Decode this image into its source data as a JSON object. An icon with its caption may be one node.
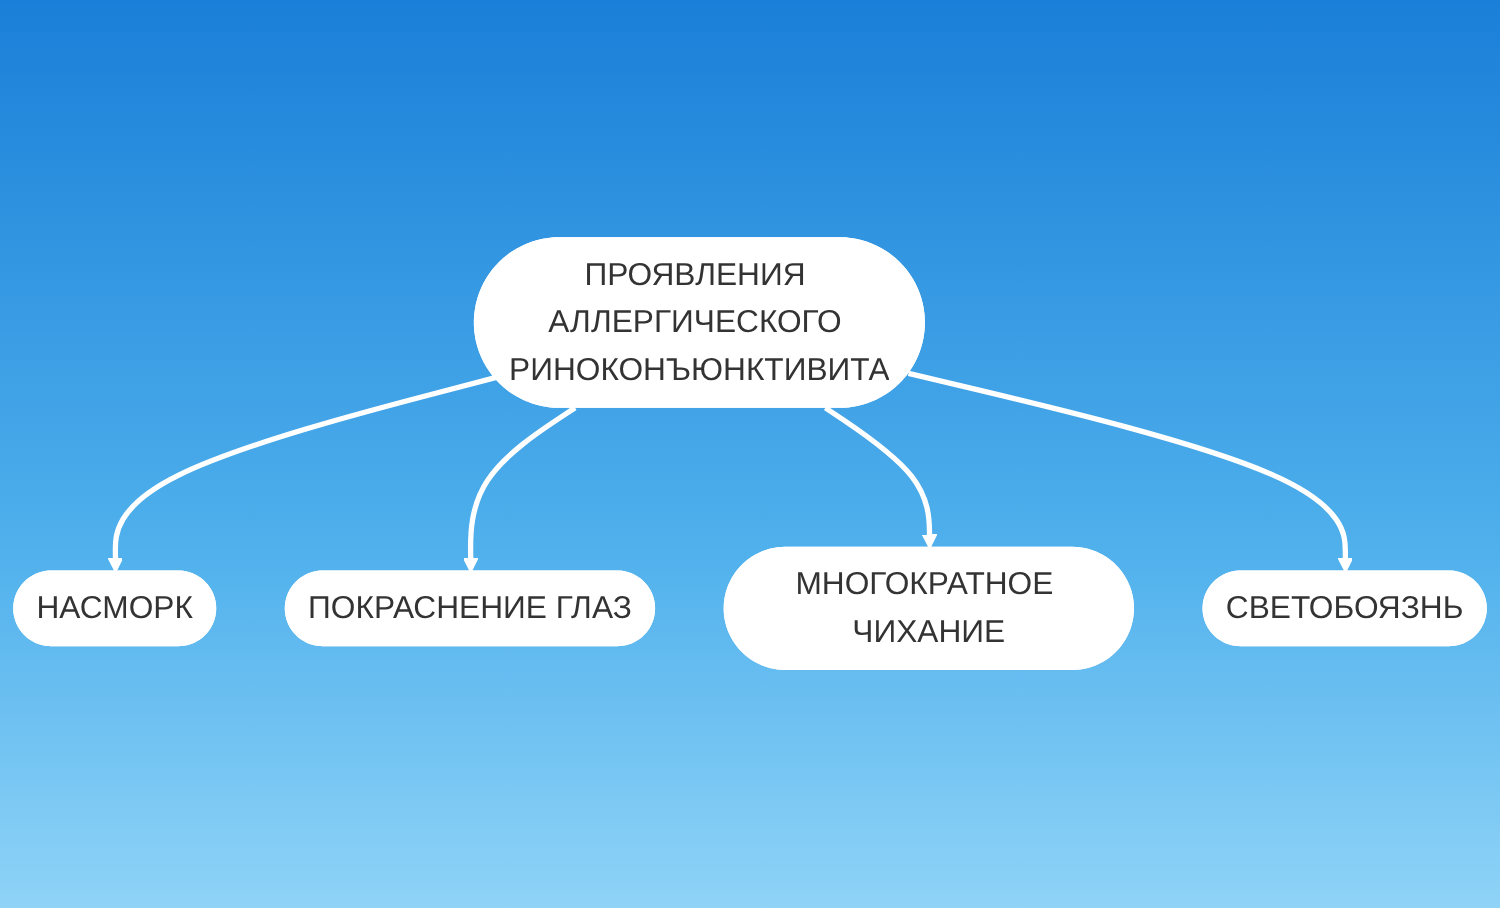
{
  "diagram": {
    "nodes": [
      {
        "text": [
          "ПРОЯВЛЕНИЯ АЛЛЕРГИЧЕСКОГО РИНОКОНЪЮНКТИВИТА"
        ]
      },
      {
        "text": [
          "НАСМОРК"
        ]
      },
      {
        "text": [
          "СВЕТОБОЯЗНЬ"
        ]
      },
      {
        "text": [
          "ПОКРАСНЕНИЕ ГЛАЗ"
        ]
      },
      {
        "text": [
          "МНОГОКРАТНОЕ ЧИХАНИЕ"
        ]
      }
    ],
    "edges": [
      {
        "from": 0,
        "to": 1,
        "arrow": "to"
      },
      {
        "from": 0,
        "to": 3,
        "arrow": "to"
      },
      {
        "from": 0,
        "to": 4,
        "arrow": "to"
      },
      {
        "from": 0,
        "to": 2,
        "arrow": "to"
      }
    ]
  }
}
